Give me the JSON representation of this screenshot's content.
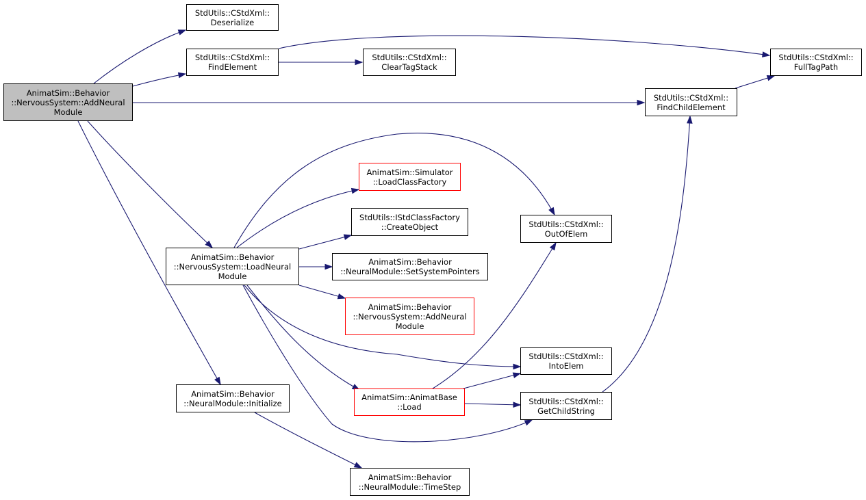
{
  "colors": {
    "edge": "#191970",
    "root_fill": "#bfbfbf",
    "red_border": "#ff0000"
  },
  "nodes": {
    "root": {
      "lines": [
        "AnimatSim::Behavior",
        "::NervousSystem::AddNeural",
        "Module"
      ]
    },
    "deserialize": {
      "lines": [
        "StdUtils::CStdXml::",
        "Deserialize"
      ]
    },
    "findElement": {
      "lines": [
        "StdUtils::CStdXml::",
        "FindElement"
      ]
    },
    "clearTagStack": {
      "lines": [
        "StdUtils::CStdXml::",
        "ClearTagStack"
      ]
    },
    "fullTagPath": {
      "lines": [
        "StdUtils::CStdXml::",
        "FullTagPath"
      ]
    },
    "findChildElement": {
      "lines": [
        "StdUtils::CStdXml::",
        "FindChildElement"
      ]
    },
    "loadClassFactory": {
      "lines": [
        "AnimatSim::Simulator",
        "::LoadClassFactory"
      ]
    },
    "createObject": {
      "lines": [
        "StdUtils::IStdClassFactory",
        "::CreateObject"
      ]
    },
    "outOfElem": {
      "lines": [
        "StdUtils::CStdXml::",
        "OutOfElem"
      ]
    },
    "loadNeuralModule": {
      "lines": [
        "AnimatSim::Behavior",
        "::NervousSystem::LoadNeural",
        "Module"
      ]
    },
    "setSystemPointers": {
      "lines": [
        "AnimatSim::Behavior",
        "::NeuralModule::SetSystemPointers"
      ]
    },
    "addNeuralModule2": {
      "lines": [
        "AnimatSim::Behavior",
        "::NervousSystem::AddNeural",
        "Module"
      ]
    },
    "intoElem": {
      "lines": [
        "StdUtils::CStdXml::",
        "IntoElem"
      ]
    },
    "initialize": {
      "lines": [
        "AnimatSim::Behavior",
        "::NeuralModule::Initialize"
      ]
    },
    "animatBaseLoad": {
      "lines": [
        "AnimatSim::AnimatBase",
        "::Load"
      ]
    },
    "getChildString": {
      "lines": [
        "StdUtils::CStdXml::",
        "GetChildString"
      ]
    },
    "timeStep": {
      "lines": [
        "AnimatSim::Behavior",
        "::NeuralModule::TimeStep"
      ]
    }
  },
  "edges": [
    [
      "root",
      "deserialize"
    ],
    [
      "root",
      "findElement"
    ],
    [
      "root",
      "findChildElement"
    ],
    [
      "root",
      "loadNeuralModule"
    ],
    [
      "root",
      "initialize"
    ],
    [
      "findElement",
      "clearTagStack"
    ],
    [
      "findElement",
      "fullTagPath"
    ],
    [
      "findChildElement",
      "fullTagPath"
    ],
    [
      "loadNeuralModule",
      "loadClassFactory"
    ],
    [
      "loadNeuralModule",
      "createObject"
    ],
    [
      "loadNeuralModule",
      "setSystemPointers"
    ],
    [
      "loadNeuralModule",
      "addNeuralModule2"
    ],
    [
      "loadNeuralModule",
      "outOfElem"
    ],
    [
      "loadNeuralModule",
      "intoElem"
    ],
    [
      "loadNeuralModule",
      "animatBaseLoad"
    ],
    [
      "loadNeuralModule",
      "getChildString"
    ],
    [
      "animatBaseLoad",
      "outOfElem"
    ],
    [
      "animatBaseLoad",
      "intoElem"
    ],
    [
      "animatBaseLoad",
      "getChildString"
    ],
    [
      "getChildString",
      "findChildElement"
    ],
    [
      "initialize",
      "timeStep"
    ]
  ]
}
